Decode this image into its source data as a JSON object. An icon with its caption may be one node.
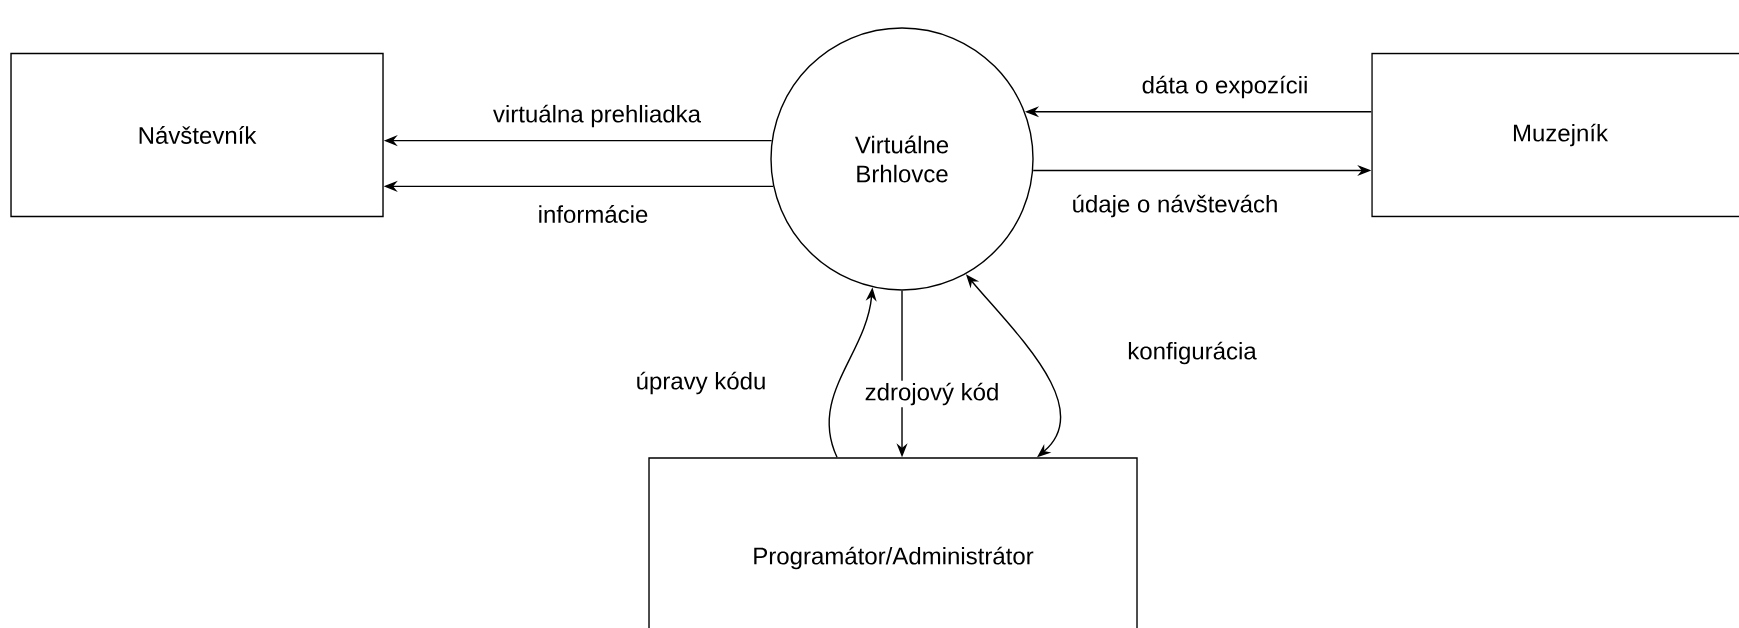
{
  "diagram": {
    "nodes": [
      {
        "text": [
          "Návštevník"
        ]
      },
      {
        "text": [
          "Virtuálne Brhlovce"
        ]
      },
      {
        "text": [
          "Muzejník"
        ]
      },
      {
        "text": [
          "Programátor/Administrátor"
        ]
      }
    ],
    "edges": [
      {
        "from": 1,
        "to": 0,
        "arrow": "to",
        "label": "virtuálna prehliadka"
      },
      {
        "from": 1,
        "to": 0,
        "arrow": "to",
        "label": "informácie"
      },
      {
        "from": 2,
        "to": 1,
        "arrow": "to",
        "label": "dáta o expozícii"
      },
      {
        "from": 1,
        "to": 2,
        "arrow": "to",
        "label": "údaje o návštevách"
      },
      {
        "from": 3,
        "to": 1,
        "arrow": "to",
        "label": "úpravy kódu"
      },
      {
        "from": 1,
        "to": 3,
        "arrow": "to",
        "label": "zdrojový kód"
      },
      {
        "from": 1,
        "to": 3,
        "arrow": "both",
        "label": "konfigurácia"
      }
    ]
  }
}
